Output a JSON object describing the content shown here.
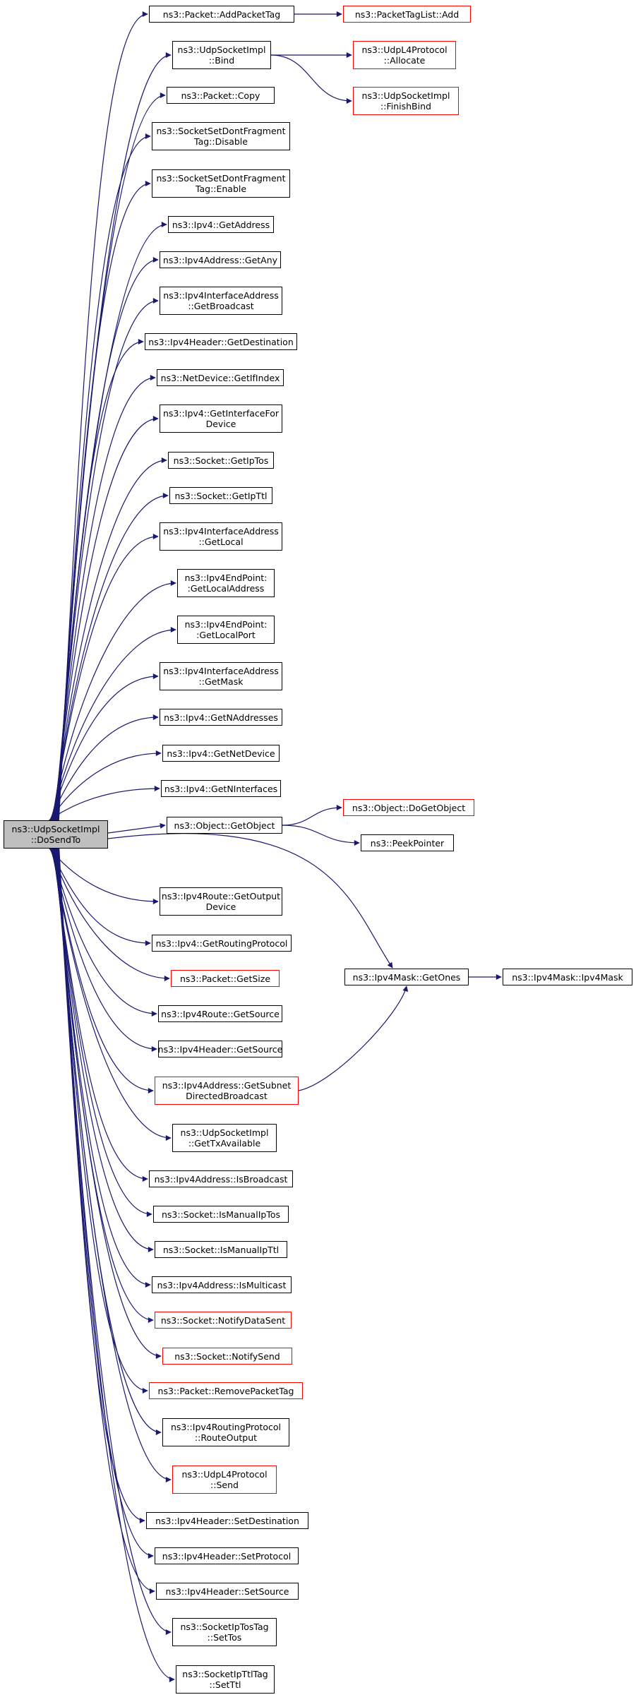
{
  "diagram": {
    "type": "call-graph",
    "edge_color": "#191970",
    "root": {
      "id": "root",
      "label": "ns3::UdpSocketImpl\n::DoSendTo",
      "fill": "#bfbfbf"
    },
    "nodes": [
      {
        "id": "addpackettag",
        "label": "ns3::Packet::AddPacketTag",
        "border": "black"
      },
      {
        "id": "bind",
        "label": "ns3::UdpSocketImpl\n::Bind",
        "border": "black"
      },
      {
        "id": "copy",
        "label": "ns3::Packet::Copy",
        "border": "black"
      },
      {
        "id": "dontfrag-disable",
        "label": "ns3::SocketSetDontFragment\nTag::Disable",
        "border": "black"
      },
      {
        "id": "dontfrag-enable",
        "label": "ns3::SocketSetDontFragment\nTag::Enable",
        "border": "black"
      },
      {
        "id": "ipv4-getaddress",
        "label": "ns3::Ipv4::GetAddress",
        "border": "black"
      },
      {
        "id": "getany",
        "label": "ns3::Ipv4Address::GetAny",
        "border": "black"
      },
      {
        "id": "getbroadcast",
        "label": "ns3::Ipv4InterfaceAddress\n::GetBroadcast",
        "border": "black"
      },
      {
        "id": "getdestination",
        "label": "ns3::Ipv4Header::GetDestination",
        "border": "black"
      },
      {
        "id": "getifindex",
        "label": "ns3::NetDevice::GetIfIndex",
        "border": "black"
      },
      {
        "id": "getinterfacefordevice",
        "label": "ns3::Ipv4::GetInterfaceFor\nDevice",
        "border": "black"
      },
      {
        "id": "getiptos",
        "label": "ns3::Socket::GetIpTos",
        "border": "black"
      },
      {
        "id": "getipttl",
        "label": "ns3::Socket::GetIpTtl",
        "border": "black"
      },
      {
        "id": "getlocal",
        "label": "ns3::Ipv4InterfaceAddress\n::GetLocal",
        "border": "black"
      },
      {
        "id": "getlocaladdress",
        "label": "ns3::Ipv4EndPoint:\n:GetLocalAddress",
        "border": "black"
      },
      {
        "id": "getlocalport",
        "label": "ns3::Ipv4EndPoint:\n:GetLocalPort",
        "border": "black"
      },
      {
        "id": "getmask",
        "label": "ns3::Ipv4InterfaceAddress\n::GetMask",
        "border": "black"
      },
      {
        "id": "getnaddresses",
        "label": "ns3::Ipv4::GetNAddresses",
        "border": "black"
      },
      {
        "id": "getnetdevice",
        "label": "ns3::Ipv4::GetNetDevice",
        "border": "black"
      },
      {
        "id": "getninterfaces",
        "label": "ns3::Ipv4::GetNInterfaces",
        "border": "black"
      },
      {
        "id": "getobject",
        "label": "ns3::Object::GetObject",
        "border": "black"
      },
      {
        "id": "getoutputdevice",
        "label": "ns3::Ipv4Route::GetOutput\nDevice",
        "border": "black"
      },
      {
        "id": "getroutingprotocol",
        "label": "ns3::Ipv4::GetRoutingProtocol",
        "border": "black"
      },
      {
        "id": "getsize",
        "label": "ns3::Packet::GetSize",
        "border": "red"
      },
      {
        "id": "route-getsource",
        "label": "ns3::Ipv4Route::GetSource",
        "border": "black"
      },
      {
        "id": "header-getsource",
        "label": "ns3::Ipv4Header::GetSource",
        "border": "black"
      },
      {
        "id": "getsubnetdirectedbroadcast",
        "label": "ns3::Ipv4Address::GetSubnet\nDirectedBroadcast",
        "border": "red"
      },
      {
        "id": "gettxavailable",
        "label": "ns3::UdpSocketImpl\n::GetTxAvailable",
        "border": "black"
      },
      {
        "id": "isbroadcast",
        "label": "ns3::Ipv4Address::IsBroadcast",
        "border": "black"
      },
      {
        "id": "ismanualiptos",
        "label": "ns3::Socket::IsManualIpTos",
        "border": "black"
      },
      {
        "id": "ismanualipttl",
        "label": "ns3::Socket::IsManualIpTtl",
        "border": "black"
      },
      {
        "id": "ismulticast",
        "label": "ns3::Ipv4Address::IsMulticast",
        "border": "black"
      },
      {
        "id": "notifydatasent",
        "label": "ns3::Socket::NotifyDataSent",
        "border": "red"
      },
      {
        "id": "notifysend",
        "label": "ns3::Socket::NotifySend",
        "border": "red"
      },
      {
        "id": "removepackettag",
        "label": "ns3::Packet::RemovePacketTag",
        "border": "red"
      },
      {
        "id": "routeoutput",
        "label": "ns3::Ipv4RoutingProtocol\n::RouteOutput",
        "border": "black"
      },
      {
        "id": "udpl4-send",
        "label": "ns3::UdpL4Protocol\n::Send",
        "border": "red"
      },
      {
        "id": "setdestination",
        "label": "ns3::Ipv4Header::SetDestination",
        "border": "black"
      },
      {
        "id": "setprotocol",
        "label": "ns3::Ipv4Header::SetProtocol",
        "border": "black"
      },
      {
        "id": "setsource",
        "label": "ns3::Ipv4Header::SetSource",
        "border": "black"
      },
      {
        "id": "settos",
        "label": "ns3::SocketIpTosTag\n::SetTos",
        "border": "black"
      },
      {
        "id": "setttl",
        "label": "ns3::SocketIpTtlTag\n::SetTtl",
        "border": "black"
      },
      {
        "id": "tagslist-add",
        "label": "ns3::PacketTagList::Add",
        "border": "red"
      },
      {
        "id": "allocate",
        "label": "ns3::UdpL4Protocol\n::Allocate",
        "border": "red"
      },
      {
        "id": "finishbind",
        "label": "ns3::UdpSocketImpl\n::FinishBind",
        "border": "red"
      },
      {
        "id": "dogetobject",
        "label": "ns3::Object::DoGetObject",
        "border": "red"
      },
      {
        "id": "peekpointer",
        "label": "ns3::PeekPointer",
        "border": "black"
      },
      {
        "id": "getones",
        "label": "ns3::Ipv4Mask::GetOnes",
        "border": "black"
      },
      {
        "id": "ipv4mask-ctor",
        "label": "ns3::Ipv4Mask::Ipv4Mask",
        "border": "black"
      }
    ],
    "edges": [
      [
        "root",
        "addpackettag"
      ],
      [
        "root",
        "bind"
      ],
      [
        "root",
        "copy"
      ],
      [
        "root",
        "dontfrag-disable"
      ],
      [
        "root",
        "dontfrag-enable"
      ],
      [
        "root",
        "ipv4-getaddress"
      ],
      [
        "root",
        "getany"
      ],
      [
        "root",
        "getbroadcast"
      ],
      [
        "root",
        "getdestination"
      ],
      [
        "root",
        "getifindex"
      ],
      [
        "root",
        "getinterfacefordevice"
      ],
      [
        "root",
        "getiptos"
      ],
      [
        "root",
        "getipttl"
      ],
      [
        "root",
        "getlocal"
      ],
      [
        "root",
        "getlocaladdress"
      ],
      [
        "root",
        "getlocalport"
      ],
      [
        "root",
        "getmask"
      ],
      [
        "root",
        "getnaddresses"
      ],
      [
        "root",
        "getnetdevice"
      ],
      [
        "root",
        "getninterfaces"
      ],
      [
        "root",
        "getobject"
      ],
      [
        "root",
        "getones"
      ],
      [
        "root",
        "getoutputdevice"
      ],
      [
        "root",
        "getroutingprotocol"
      ],
      [
        "root",
        "getsize"
      ],
      [
        "root",
        "route-getsource"
      ],
      [
        "root",
        "header-getsource"
      ],
      [
        "root",
        "getsubnetdirectedbroadcast"
      ],
      [
        "root",
        "gettxavailable"
      ],
      [
        "root",
        "isbroadcast"
      ],
      [
        "root",
        "ismanualiptos"
      ],
      [
        "root",
        "ismanualipttl"
      ],
      [
        "root",
        "ismulticast"
      ],
      [
        "root",
        "notifydatasent"
      ],
      [
        "root",
        "notifysend"
      ],
      [
        "root",
        "removepackettag"
      ],
      [
        "root",
        "routeoutput"
      ],
      [
        "root",
        "udpl4-send"
      ],
      [
        "root",
        "setdestination"
      ],
      [
        "root",
        "setprotocol"
      ],
      [
        "root",
        "setsource"
      ],
      [
        "root",
        "settos"
      ],
      [
        "root",
        "setttl"
      ],
      [
        "addpackettag",
        "tagslist-add"
      ],
      [
        "bind",
        "allocate"
      ],
      [
        "bind",
        "finishbind"
      ],
      [
        "getobject",
        "dogetobject"
      ],
      [
        "getobject",
        "peekpointer"
      ],
      [
        "getsubnetdirectedbroadcast",
        "getones"
      ],
      [
        "getones",
        "ipv4mask-ctor"
      ]
    ]
  }
}
